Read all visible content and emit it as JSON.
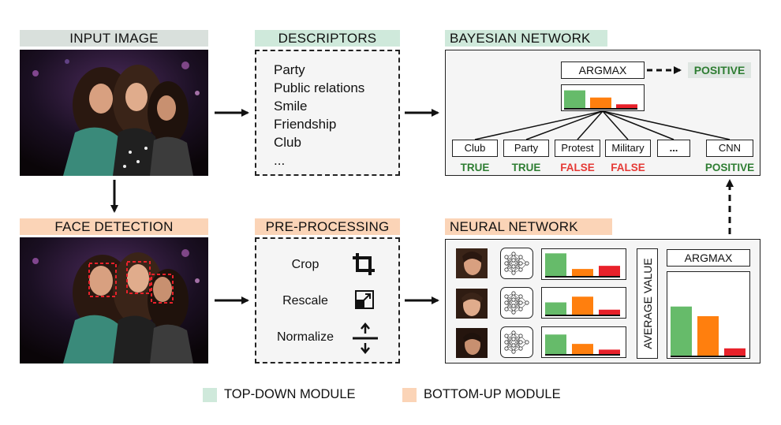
{
  "colors": {
    "top_down": "#cfe9db",
    "bottom_up": "#fbd4b7",
    "input_header": "#d9e0dc",
    "true_green": "#2e7d32",
    "false_red": "#e53935",
    "bar_green": "#66bb6a",
    "bar_orange": "#ff7f0e",
    "bar_red": "#e8212a",
    "positive_bg": "#dfe6e2"
  },
  "headers": {
    "input_image": "INPUT IMAGE",
    "descriptors": "DESCRIPTORS",
    "bayesian_network": "BAYESIAN NETWORK",
    "face_detection": "FACE DETECTION",
    "pre_processing": "PRE-PROCESSING",
    "neural_network": "NEURAL NETWORK"
  },
  "descriptors": [
    "Party",
    "Public relations",
    "Smile",
    "Friendship",
    "Club",
    "..."
  ],
  "bayesian": {
    "argmax_label": "ARGMAX",
    "result": "POSITIVE",
    "top_bars": [
      0.9,
      0.55,
      0.22
    ],
    "nodes": [
      {
        "label": "Club",
        "state": "TRUE",
        "state_color": "green"
      },
      {
        "label": "Party",
        "state": "TRUE",
        "state_color": "green"
      },
      {
        "label": "Protest",
        "state": "FALSE",
        "state_color": "red"
      },
      {
        "label": "Military",
        "state": "FALSE",
        "state_color": "red"
      },
      {
        "label": "...",
        "state": "",
        "state_color": ""
      },
      {
        "label": "CNN",
        "state": "POSITIVE",
        "state_color": "green"
      }
    ]
  },
  "preprocessing": [
    {
      "label": "Crop",
      "icon": "crop-icon"
    },
    {
      "label": "Rescale",
      "icon": "rescale-icon"
    },
    {
      "label": "Normalize",
      "icon": "normalize-icon"
    }
  ],
  "neural": {
    "average_label": "AVERAGE VALUE",
    "argmax_label": "ARGMAX",
    "face_bars": [
      [
        0.9,
        0.3,
        0.42
      ],
      [
        0.5,
        0.72,
        0.22
      ],
      [
        0.78,
        0.42,
        0.2
      ]
    ],
    "avg_bars": [
      0.62,
      0.5,
      0.1
    ]
  },
  "legend": {
    "top_down": "TOP-DOWN MODULE",
    "bottom_up": "BOTTOM-UP MODULE"
  }
}
